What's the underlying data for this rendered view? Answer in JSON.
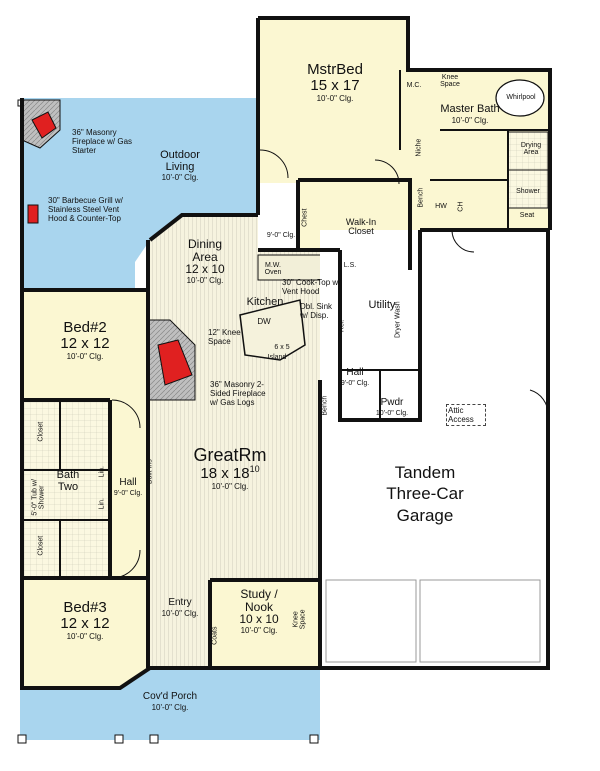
{
  "rooms": {
    "mstrbed": {
      "name": "MstrBed",
      "dim": "15 x 17",
      "clg": "10'-0\" Clg."
    },
    "master_bath": {
      "name": "Master Bath",
      "clg": "10'-0\" Clg."
    },
    "outdoor": {
      "name": "Outdoor Living",
      "clg": "10'-0\" Clg."
    },
    "dining": {
      "name": "Dining Area",
      "dim": "12 x 10",
      "clg": "10'-0\" Clg."
    },
    "kitchen": {
      "name": "Kitchen"
    },
    "bed2": {
      "name": "Bed#2",
      "dim": "12 x 12",
      "clg": "10'-0\" Clg."
    },
    "bed3": {
      "name": "Bed#3",
      "dim": "12 x 12",
      "clg": "10'-0\" Clg."
    },
    "greatrm": {
      "name": "GreatRm",
      "dim": "18 x 18",
      "dim_sup": "10",
      "clg": "10'-0\" Clg."
    },
    "garage": {
      "line1": "Tandem",
      "line2": "Three-Car",
      "line3": "Garage"
    },
    "study": {
      "name": "Study / Nook",
      "dim": "10 x 10",
      "clg": "10'-0\" Clg."
    },
    "entry": {
      "name": "Entry",
      "clg": "10'-0\" Clg."
    },
    "porch": {
      "name": "Cov'd Porch",
      "clg": "10'-0\" Clg."
    },
    "hall_right": {
      "name": "Hall",
      "clg": "9'-0\" Clg."
    },
    "hall_left": {
      "name": "Hall",
      "clg": "9'-0\" Clg."
    },
    "utility": {
      "name": "Utility"
    },
    "pwdr": {
      "name": "Pwdr",
      "clg": "10'-0\" Clg."
    },
    "walkin": {
      "name": "Walk-In Closet"
    },
    "bath_two": {
      "name": "Bath Two"
    }
  },
  "notes": {
    "fireplace_out": "36\" Masonry Fireplace w/ Gas Starter",
    "grill": "30\" Barbecue Grill w/ Stainless Steel Vent Hood & Counter-Top",
    "cooktop": "30\" Cook-Top w/ Vent Hood",
    "fireplace_in": "36\" Masonry 2-Sided Fireplace w/ Gas Logs",
    "knee_space_kitchen": "12\" Knee Space",
    "dbl_sink": "Dbl. Sink w/ Disp.",
    "island": "Island",
    "island_dim": "6 x 5",
    "clg_9": "9'-0\" Clg.",
    "attic": "Attic Access"
  },
  "fixtures": {
    "mw_oven": "M.W. Oven",
    "ls": "L.S.",
    "dw": "DW",
    "ref": "Ref.",
    "dryer_wash": "Dryer Wash",
    "bench_right": "Bench",
    "bench_mb": "Bench",
    "hw": "HW",
    "ch": "CH",
    "shower": "Shower",
    "seat": "Seat",
    "drying_area": "Drying Area",
    "whirlpool": "Whirlpool",
    "knee_space_mb": "Knee Space",
    "mc": "M.C.",
    "niche": "Niche",
    "chest": "Chest",
    "closet_top": "Closet",
    "closet_bottom": "Closet",
    "lin_top": "Lin.",
    "lin_bottom": "Lin.",
    "tub": "5'-0\" Tub w/ Shower",
    "built_ins": "Built-ins",
    "coats": "Coats",
    "knee_space_study": "Knee Space"
  },
  "colors": {
    "outdoor_blue": "#a9d5ee",
    "room_fill": "#fbf7d2",
    "wall": "#111111",
    "hatch": "#d3d1c4",
    "fireplace": "#e02020",
    "garage_fill": "#ffffff"
  }
}
